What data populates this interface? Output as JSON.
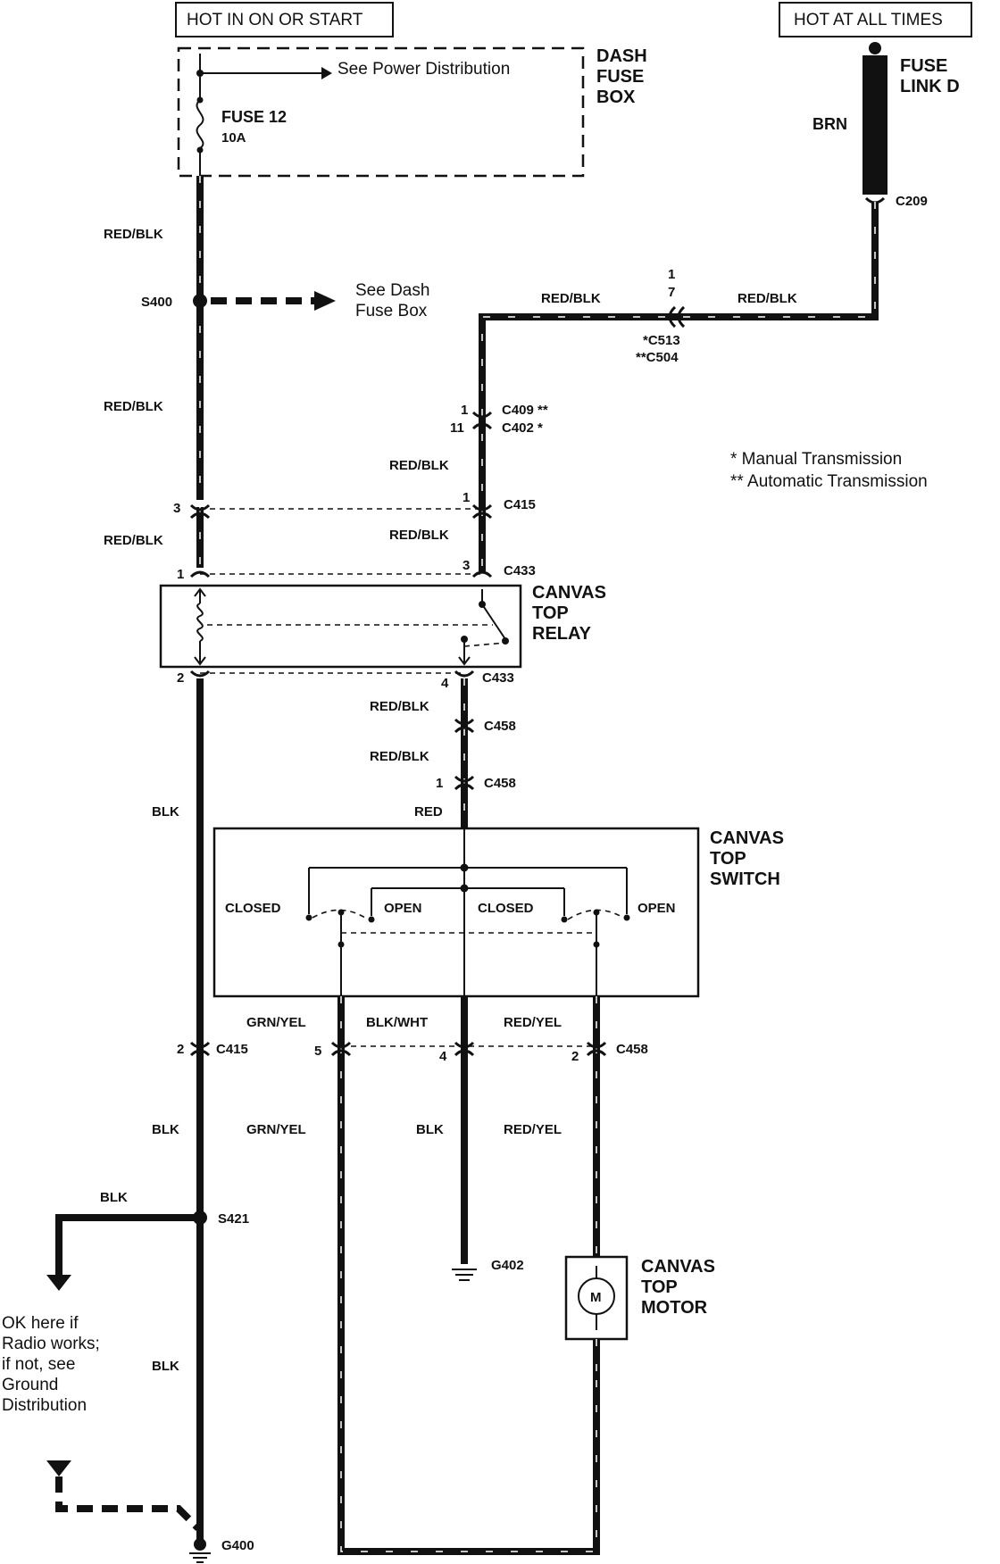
{
  "headers": {
    "hot_in_on_or_start": "HOT IN ON OR START",
    "hot_at_all_times": "HOT AT ALL TIMES"
  },
  "dash_fuse_box": {
    "label_line1": "DASH",
    "label_line2": "FUSE",
    "label_line3": "BOX",
    "see_power_distribution": "See Power Distribution",
    "fuse_name": "FUSE 12",
    "fuse_rating": "10A"
  },
  "fuse_link": {
    "label_line1": "FUSE",
    "label_line2": "LINK D",
    "wire_color": "BRN",
    "connector": "C209"
  },
  "splices": {
    "s400": "S400",
    "s400_ref_line1": "See Dash",
    "s400_ref_line2": "Fuse Box",
    "s421": "S421"
  },
  "wire_labels": {
    "red_blk": "RED/BLK",
    "red": "RED",
    "blk": "BLK",
    "grn_yel": "GRN/YEL",
    "blk_wht": "BLK/WHT",
    "red_yel": "RED/YEL"
  },
  "connectors": {
    "c513": "*C513",
    "c504": "**C504",
    "c513_pins": "1",
    "c504_pins": "7",
    "c409": "C409 **",
    "c402": "C402 *",
    "c409_pin": "1",
    "c402_pin": "11",
    "c415": "C415",
    "c433": "C433",
    "c458": "C458",
    "pin1": "1",
    "pin2": "2",
    "pin3": "3",
    "pin4": "4",
    "pin5": "5"
  },
  "legend": {
    "manual": "* Manual Transmission",
    "automatic": "** Automatic Transmission"
  },
  "relay": {
    "line1": "CANVAS",
    "line2": "TOP",
    "line3": "RELAY"
  },
  "switch": {
    "line1": "CANVAS",
    "line2": "TOP",
    "line3": "SWITCH",
    "closed": "CLOSED",
    "open": "OPEN"
  },
  "motor": {
    "line1": "CANVAS",
    "line2": "TOP",
    "line3": "MOTOR",
    "symbol": "M"
  },
  "grounds": {
    "g402": "G402",
    "g400": "G400",
    "note_line1": "OK here if",
    "note_line2": "Radio works;",
    "note_line3": "if not, see",
    "note_line4": "Ground",
    "note_line5": "Distribution"
  }
}
